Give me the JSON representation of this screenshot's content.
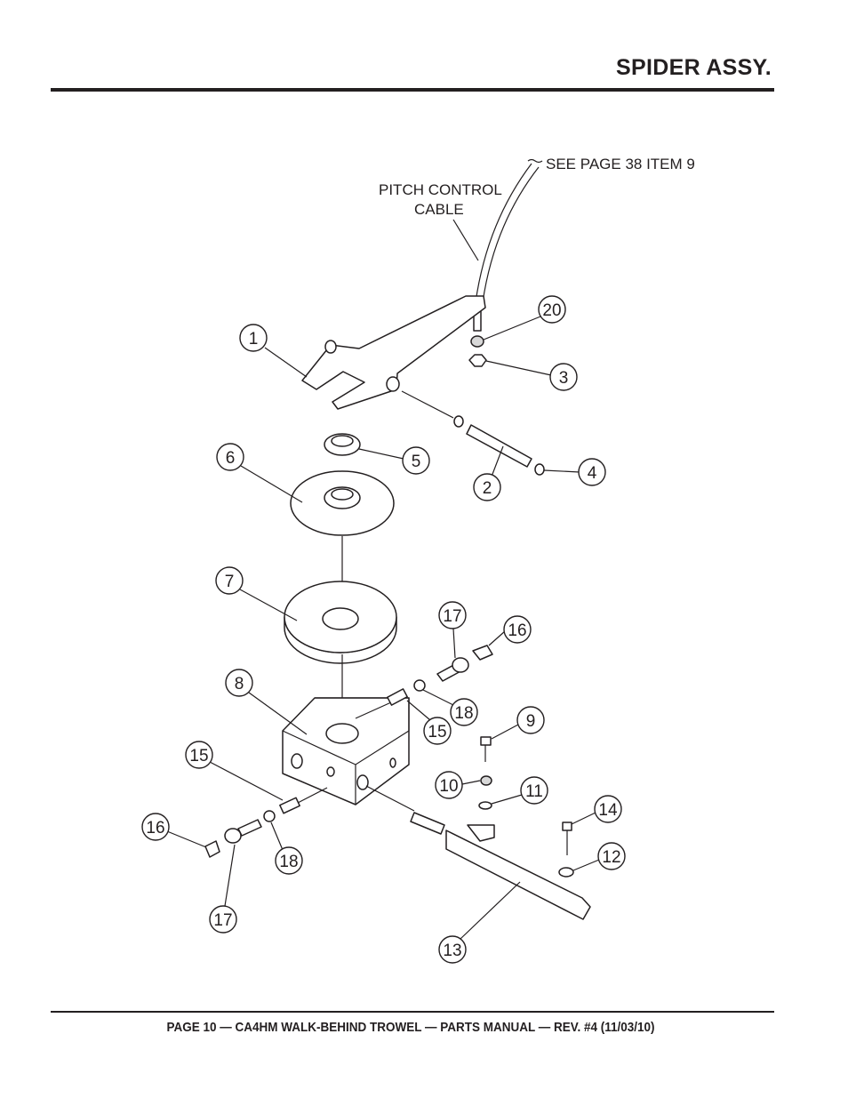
{
  "header": {
    "title": "SPIDER ASSY."
  },
  "diagram": {
    "notes": {
      "pitch_line1": "PITCH CONTROL",
      "pitch_line2": "CABLE",
      "see_page": "SEE PAGE 38 ITEM 9"
    },
    "callouts": {
      "c1": "1",
      "c2": "2",
      "c3": "3",
      "c4": "4",
      "c5": "5",
      "c6": "6",
      "c7": "7",
      "c8": "8",
      "c9": "9",
      "c10": "10",
      "c11": "11",
      "c12": "12",
      "c13": "13",
      "c14": "14",
      "c15a": "15",
      "c15b": "15",
      "c16a": "16",
      "c16b": "16",
      "c17a": "17",
      "c17b": "17",
      "c18a": "18",
      "c18b": "18",
      "c20": "20"
    }
  },
  "footer": {
    "text": "PAGE 10 — CA4HM WALK-BEHIND TROWEL — PARTS MANUAL — REV. #4 (11/03/10)"
  }
}
